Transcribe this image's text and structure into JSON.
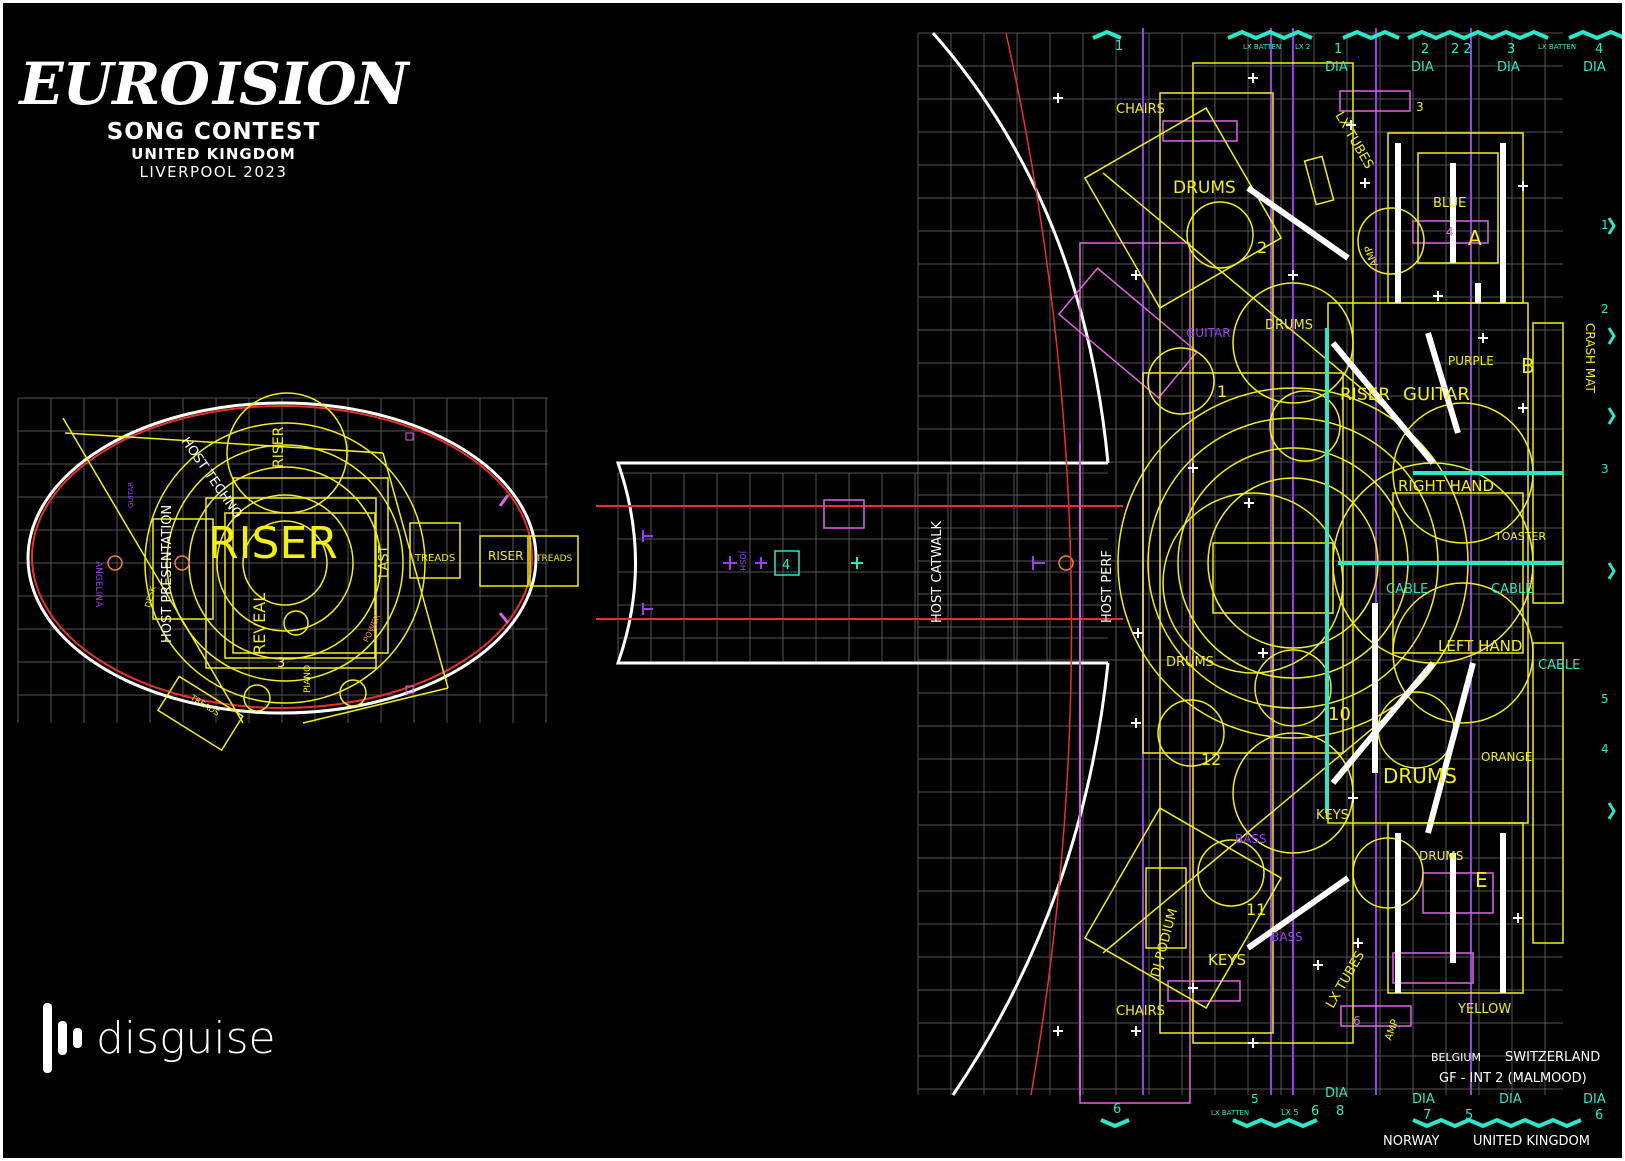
{
  "logo": {
    "word_left": "EURO",
    "word_right": "ISION",
    "line1": "SONG CONTEST",
    "line2": "UNITED KINGDOM",
    "line3": "LIVERPOOL 2023",
    "heart_colors": [
      "#2a63c4",
      "#f5d21a"
    ]
  },
  "brand": {
    "name": "disguise"
  },
  "colors": {
    "grid": "#555555",
    "yellow": "#f2ee1a",
    "cyan": "#2ee6c8",
    "purple": "#9a3df0",
    "magenta": "#e064e8",
    "red": "#e8302a",
    "white": "#ffffff"
  },
  "left_stage": {
    "riser_big": "RISER",
    "riser_top": "RISER",
    "host_techno": "HOST TECHNO",
    "host_presentation": "HOST PRESENTATION",
    "treads_1": "TREADS",
    "riser_small": "RISER",
    "treads_2": "TREADS",
    "treads_3": "TREADS",
    "last": "LAST",
    "piano": "PIANO",
    "guitar": "GUITAR",
    "angelina": "ANGELINA",
    "power": "POWER",
    "num_3": "3",
    "reveal": "REVEAL",
    "desk": "DESK"
  },
  "catwalk": {
    "host_catwalk": "HOST CATWALK",
    "marker_4": "4",
    "host_perf": "HOST PERF",
    "josh": "JOSH"
  },
  "main_stage": {
    "chairs_top": "CHAIRS",
    "chairs_bottom": "CHAIRS",
    "drums_1": "DRUMS",
    "drums_2": "DRUMS",
    "drums_3": "DRUMS",
    "drums_4": "DRUMS",
    "drums_5": "DRUMS",
    "lx_tubes_top": "LX TUBES",
    "lx_tubes_bottom": "LX TUBES",
    "blue": "BLUE",
    "a": "A",
    "b": "B",
    "e": "E",
    "purple": "PURPLE",
    "guitar_y": "GUITAR",
    "riser": "RISER",
    "right_hand": "RIGHT HAND",
    "left_hand": "LEFT HAND",
    "toaster": "TOASTER",
    "cable_1": "CABLE",
    "cable_2": "CABLE",
    "cable_3": "CABLE",
    "orange": "ORANGE",
    "yellow": "YELLOW",
    "keys_1": "KEYS",
    "keys_2": "KEYS",
    "dj_podium": "DJ PODIUM",
    "bass_1": "BASS",
    "bass_2": "BASS",
    "guitar_p": "GUITAR",
    "amp_top": "AMP",
    "amp_bottom": "AMP",
    "crash_mat": "CRASH MAT",
    "n1": "1",
    "n2": "2",
    "n3": "3",
    "n10": "10",
    "n11": "11",
    "n12": "12",
    "n6": "6",
    "n4": "4"
  },
  "trusses_top": [
    {
      "num": "1",
      "label": ""
    },
    {
      "num": "",
      "label": "LX BATTEN"
    },
    {
      "num": "",
      "label": "LX 2"
    },
    {
      "num": "1",
      "label": "DIA"
    },
    {
      "num": "2",
      "label": "DIA"
    },
    {
      "num": "2 2",
      "label": ""
    },
    {
      "num": "3",
      "label": "DIA"
    },
    {
      "num": "",
      "label": "LX BATTEN"
    },
    {
      "num": "4",
      "label": "DIA"
    }
  ],
  "trusses_bottom": [
    {
      "num": "6",
      "label": ""
    },
    {
      "num": "5",
      "label": "LX BATTEN"
    },
    {
      "num": "6",
      "label": "LX 5"
    },
    {
      "num": "8",
      "label": "DIA"
    },
    {
      "num": "7",
      "label": "DIA"
    },
    {
      "num": "5",
      "label": "DIA"
    },
    {
      "num": "6",
      "label": "DIA"
    }
  ],
  "side_numbers": [
    "1",
    "2",
    "3",
    "4",
    "5"
  ],
  "info_block": {
    "country_1": "SWITZERLAND",
    "floor": "GF - INT 2 (MALMOOD)",
    "country_2": "BELGIUM",
    "country_3": "NORWAY",
    "country_4": "UNITED KINGDOM"
  }
}
